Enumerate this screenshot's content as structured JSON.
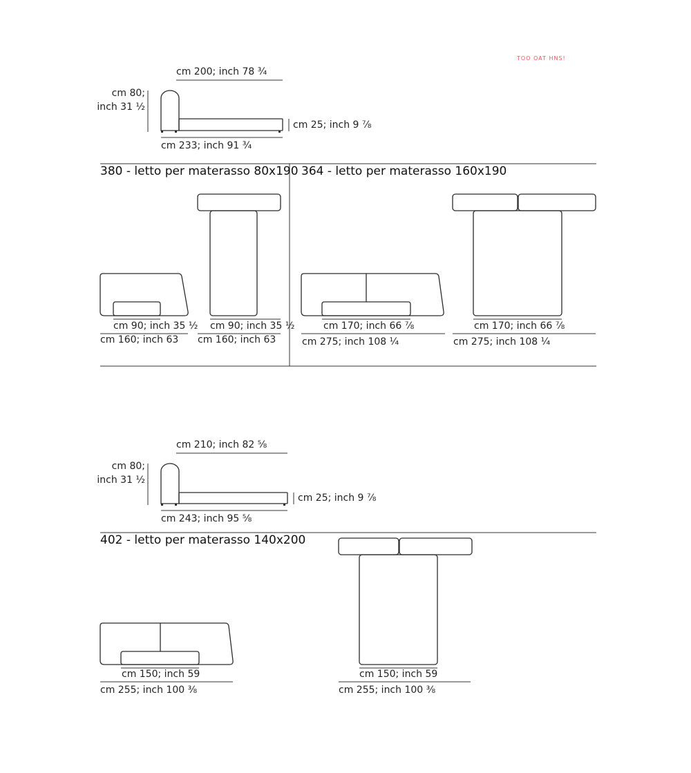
{
  "corner_note": "TOO OAT HNS!",
  "sections": {
    "side1": {
      "length_top": "cm 200; inch 78 ¾",
      "height_a": "cm 80;",
      "height_b": "inch 31 ½",
      "frame_height": "cm 25; inch 9 ⅞",
      "length_bottom": "cm 233; inch 91 ¾"
    },
    "bed380": {
      "title": "380 - letto per materasso 80x190",
      "front_width_inner": "cm 90; inch 35 ½",
      "front_width_outer": "cm 160; inch 63",
      "top_width_inner": "cm 90; inch 35 ½",
      "top_width_outer": "cm 160; inch 63"
    },
    "bed364": {
      "title": "364 - letto per materasso 160x190",
      "front_width_inner": "cm 170; inch 66 ⅞",
      "front_width_outer": "cm 275; inch 108 ¼",
      "top_width_inner": "cm 170; inch 66 ⅞",
      "top_width_outer": "cm 275; inch 108 ¼"
    },
    "side2": {
      "length_top": "cm 210; inch 82 ⅝",
      "height_a": "cm 80;",
      "height_b": "inch 31 ½",
      "frame_height": "cm 25; inch 9 ⅞",
      "length_bottom": "cm 243; inch 95 ⅝"
    },
    "bed402": {
      "title": "402 - letto per materasso 140x200",
      "front_width_inner": "cm 150; inch 59",
      "front_width_outer": "cm 255; inch 100 ⅜",
      "top_width_inner": "cm 150; inch 59",
      "top_width_outer": "cm 255; inch 100 ⅜"
    }
  }
}
